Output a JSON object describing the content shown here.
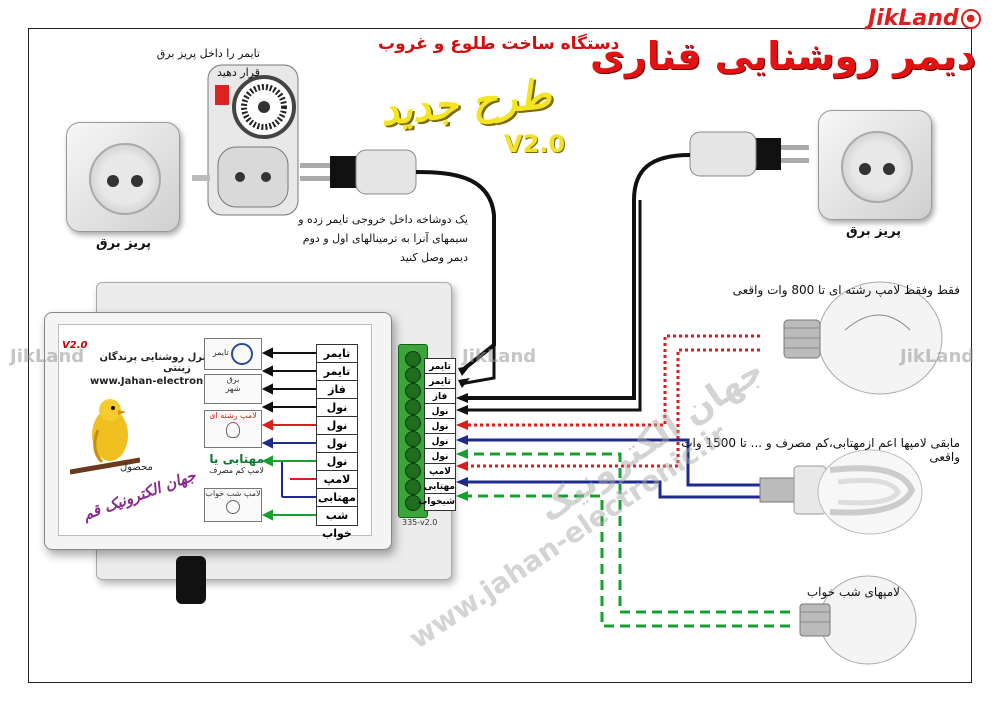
{
  "logo": {
    "text": "JikLand",
    "icon": "globe-icon"
  },
  "title": "دیمر روشنایی قناری",
  "subtitle": "دستگاه ساخت طلوع و غروب",
  "new_design": "طرح جدید",
  "version": "V2.0",
  "timer_note": [
    "تایمر را داخل پریز برق",
    "قرار دهید"
  ],
  "plug_note": [
    "یک دوشاخه داخل خروجی تایمر زده و",
    "سیمهای آنرا به ترمینالهای اول و دوم",
    "دیمر وصل کنید"
  ],
  "socket_left_label": "پریز برق",
  "socket_right_label": "پریز برق",
  "device": {
    "v2": "V2.0",
    "brand_title": "دستگاه کنترل روشنایی پرندگان زینتی",
    "url": "www.Jahan-electronic.ir",
    "mini_timer": "تایمر",
    "mini_city": [
      "برق",
      "شهر"
    ],
    "mini_incandescent": "لامپ رشته ای",
    "moonlight_big": "مهتابی یا",
    "moonlight_small": "لامپ کم مصرف",
    "mini_night": "لامپ شب خواب",
    "product_of": "محصول",
    "company": "جهان الکترونیک قم",
    "model": "335-v2.0",
    "labels": [
      "تایمر",
      "تایمر",
      "فاز",
      "نول",
      "نول",
      "نول",
      "نول",
      "لامپ",
      "مهتابی",
      "شب خواب"
    ]
  },
  "terminals": [
    "تایمر",
    "تایمر",
    "فاز",
    "نول",
    "نول",
    "نول",
    "نول",
    "لامپ",
    "مهتابی",
    "شیخواب"
  ],
  "bulbs": {
    "incandescent": "فقط وفقط لامپ رشته ای تا 800 وات واقعی",
    "cfl": "مابقی لامپها اعم ازمهتابی،کم مصرف و ...  تا 1500 وات واقعی",
    "night": "لامپهای شب خواب"
  },
  "watermarks": {
    "left": "JikLand",
    "center": "JikLand",
    "right": "JikLand",
    "url": "www.jahan-electronic.ir",
    "arabic": "جهان الکترونیک"
  },
  "colors": {
    "title": "#e21212",
    "new_design": "#f5e51e",
    "red_wire": "#d81e1e",
    "blue_wire": "#1e2a8c",
    "green_wire": "#17a02f",
    "terminal_block": "#3aa63a"
  }
}
